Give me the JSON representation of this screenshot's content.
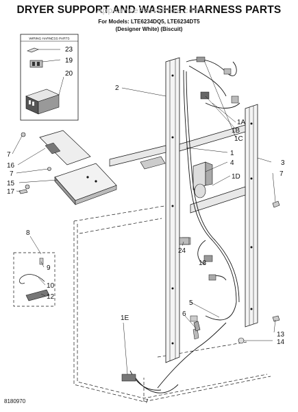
{
  "header": {
    "title": "DRYER SUPPORT AND WASHER HARNESS PARTS",
    "watermark": "AppliancePartsPros.com",
    "models_line": "For Models: LTE6234DQ5, LTE6234DT5",
    "variants_line": "(Designer White)   (Biscuit)"
  },
  "inset_box": {
    "title": "WIRING HARNESS PARTS",
    "parts": [
      "23",
      "19",
      "20"
    ]
  },
  "callouts": {
    "c2": "2",
    "c1a": "1A",
    "c1b": "1B",
    "c1c": "1C",
    "c1": "1",
    "c4": "4",
    "c1d": "1D",
    "c3": "3",
    "c7r": "7",
    "c7a": "7",
    "c16": "16",
    "c7b": "7",
    "c15": "15",
    "c17": "17",
    "c8": "8",
    "c9": "9",
    "c10": "10",
    "c12": "12",
    "c24": "24",
    "c18": "18",
    "c5": "5",
    "c6": "6",
    "c1e": "1E",
    "c13": "13",
    "c14": "14"
  },
  "footer": {
    "doc_number": "8180970",
    "page_number": "7"
  }
}
